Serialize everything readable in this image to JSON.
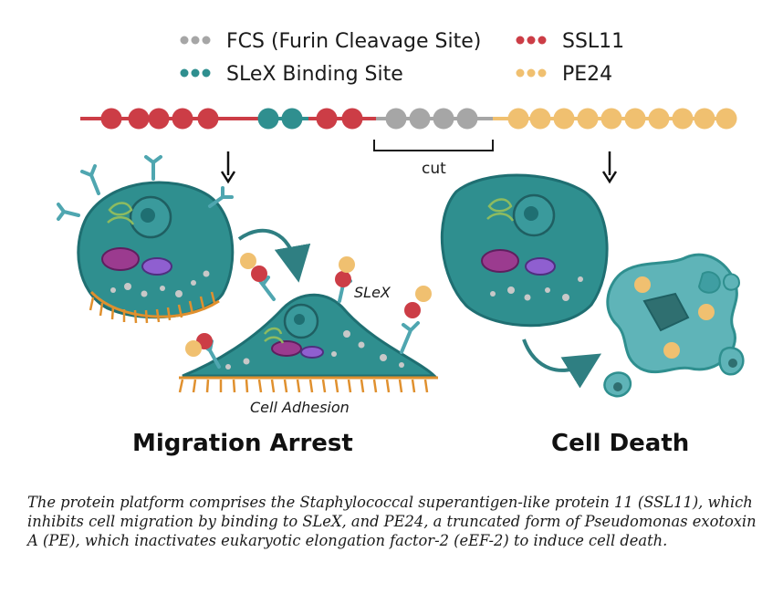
{
  "legend": {
    "items": [
      {
        "label": "FCS (Furin Cleavage Site)",
        "color": "#a6a6a6"
      },
      {
        "label": "SLeX Binding Site",
        "color": "#2f8f8f"
      },
      {
        "label": "SSL11",
        "color": "#cc3d46"
      },
      {
        "label": "PE24",
        "color": "#f0c070"
      }
    ]
  },
  "colors": {
    "ssl11": "#cc3d46",
    "slex_site": "#2f8f8f",
    "fcs": "#a6a6a6",
    "pe24": "#f0c070",
    "cell": "#2f8f8f",
    "cell_dark": "#1f6f72",
    "mitochondria": "#9b3b8f",
    "adhesion": "#e0902e"
  },
  "protein_chain": {
    "cut_label": "cut",
    "segments": [
      "ssl11",
      "ssl11",
      "ssl11",
      "ssl11",
      "ssl11",
      "slex_site",
      "slex_site",
      "ssl11",
      "ssl11",
      "fcs",
      "fcs",
      "fcs",
      "fcs",
      "pe24",
      "pe24",
      "pe24",
      "pe24",
      "pe24",
      "pe24",
      "pe24",
      "pe24",
      "pe24",
      "pe24"
    ]
  },
  "left_panel": {
    "slex_label": "SLeX",
    "adhesion_label": "Cell Adhesion",
    "title": "Migration Arrest"
  },
  "right_panel": {
    "title": "Cell Death"
  },
  "caption": "The protein platform comprises the Staphylococcal superantigen-like protein 11 (SSL11), which inhibits cell migration by binding to SLeX, and PE24, a truncated form of Pseudomonas exotoxin A (PE), which inactivates eukaryotic elongation factor-2 (eEF-2) to induce cell death."
}
